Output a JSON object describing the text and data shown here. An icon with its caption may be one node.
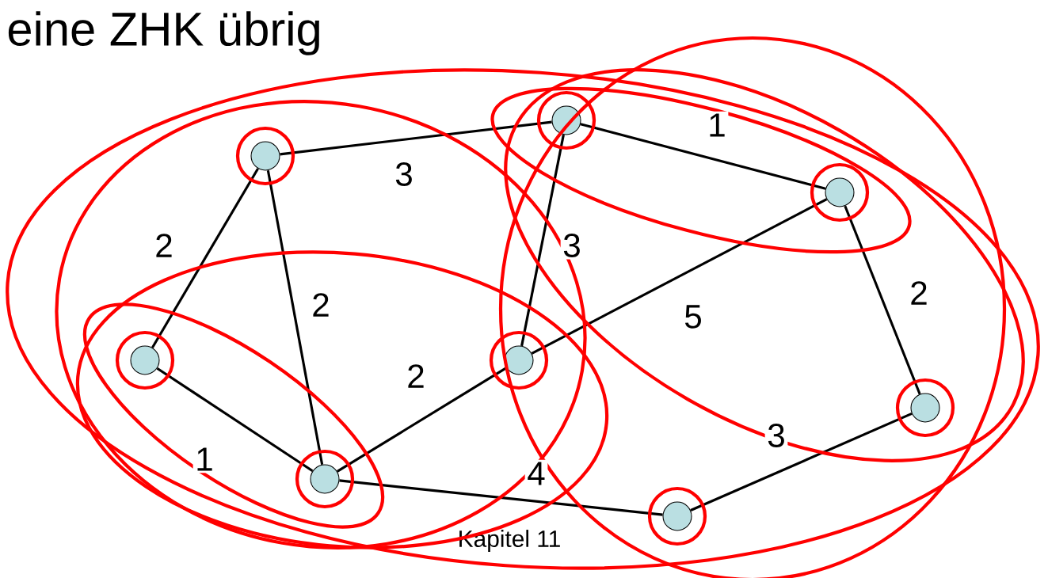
{
  "diagram": {
    "title": "eine ZHK übrig",
    "nodes": [
      {
        "text": [],
        "shape": "circle"
      },
      {
        "text": [],
        "shape": "circle"
      },
      {
        "text": [],
        "shape": "circle"
      },
      {
        "text": [],
        "shape": "circle"
      },
      {
        "text": [],
        "shape": "circle"
      },
      {
        "text": [],
        "shape": "circle"
      },
      {
        "text": [],
        "shape": "circle"
      },
      {
        "text": [],
        "shape": "circle"
      }
    ],
    "edges": [
      {
        "from": 0,
        "to": 1,
        "arrow": "none",
        "label": "3"
      },
      {
        "from": 1,
        "to": 2,
        "arrow": "none",
        "label": "1"
      },
      {
        "from": 0,
        "to": 3,
        "arrow": "none",
        "label": "2"
      },
      {
        "from": 0,
        "to": 5,
        "arrow": "none",
        "label": "2"
      },
      {
        "from": 1,
        "to": 4,
        "arrow": "none",
        "label": "3"
      },
      {
        "from": 2,
        "to": 4,
        "arrow": "none",
        "label": "5"
      },
      {
        "from": 2,
        "to": 6,
        "arrow": "none",
        "label": "2"
      },
      {
        "from": 3,
        "to": 5,
        "arrow": "none",
        "label": "1"
      },
      {
        "from": 5,
        "to": 4,
        "arrow": "none",
        "label": "2"
      },
      {
        "from": 5,
        "to": 7,
        "arrow": "none",
        "label": "4"
      },
      {
        "from": 7,
        "to": 6,
        "arrow": "none",
        "label": "3"
      }
    ],
    "labels": [
      "Kapitel 11"
    ]
  }
}
